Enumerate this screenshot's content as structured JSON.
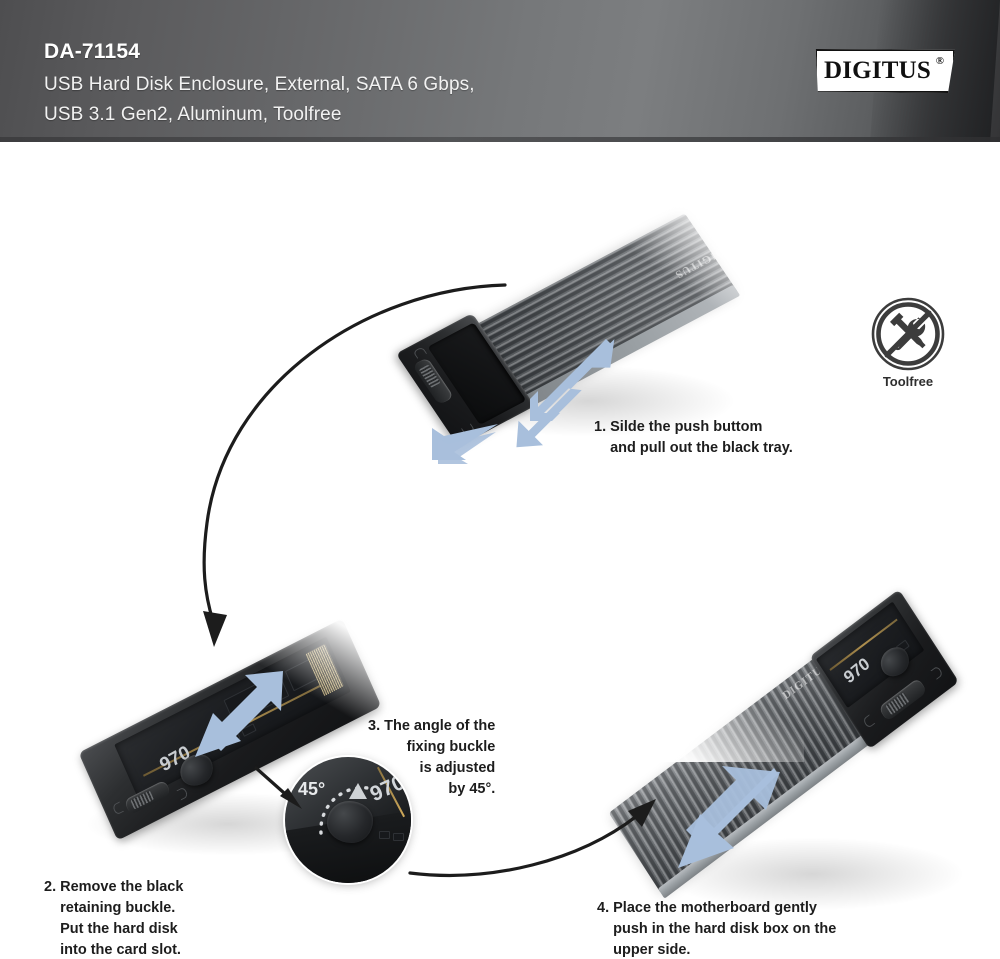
{
  "header": {
    "model_code": "DA-71154",
    "subtitle_line_1": "USB Hard Disk Enclosure, External, SATA 6 Gbps,",
    "subtitle_line_2": "USB 3.1 Gen2, Aluminum, Toolfree",
    "brand_logo_text": "DIGITUS",
    "brand_logo_registered": "®",
    "background_gradient_from": "#4e4e50",
    "background_gradient_to": "#343436",
    "text_color": "#ffffff"
  },
  "badge": {
    "label": "Toolfree",
    "icon": "no-tools-icon",
    "color": "#3a3a3a"
  },
  "steps": [
    {
      "number": "1.",
      "lines": [
        "Slide the push buttom",
        "and pull out the black tray."
      ],
      "text": "1. Silde the push buttom\n    and pull out the black tray.",
      "align": "left"
    },
    {
      "number": "2.",
      "lines": [
        "Remove the black",
        "retaining buckle.",
        "Put the hard disk",
        "into the card slot."
      ],
      "text": "2. Remove the black\n    retaining buckle.\n    Put the hard disk\n    into the card slot.",
      "align": "left"
    },
    {
      "number": "3.",
      "lines": [
        "The angle of the",
        "fixing buckle",
        "is adjusted",
        "by 45°."
      ],
      "text": "3. The angle of the\nfixing buckle\nis adjusted\nby 45°.",
      "align": "right"
    },
    {
      "number": "4.",
      "lines": [
        "Place the motherboard gently",
        "push in the hard disk box on the",
        "upper side."
      ],
      "text": "4. Place the motherboard gently\n    push in the hard disk box on the\n    upper side.",
      "align": "left"
    }
  ],
  "detail_inset": {
    "angle_label": "45°",
    "ssd_label": "970",
    "description": "close-up of fixing buckle rotated 45 degrees"
  },
  "product": {
    "brand_on_case": "DIGITUS",
    "ssd_model_label": "970",
    "enclosure_color": "#5c6064",
    "tray_color": "#1a1b1d",
    "accent_arrow_color": "#a8bfdc",
    "flow_arrow_color": "#1c1c1c"
  },
  "colors": {
    "page_background": "#ffffff",
    "caption_text": "#1d1d1d",
    "blue_arrow": "#a8bfdc",
    "black_arrow": "#1c1c1c"
  }
}
